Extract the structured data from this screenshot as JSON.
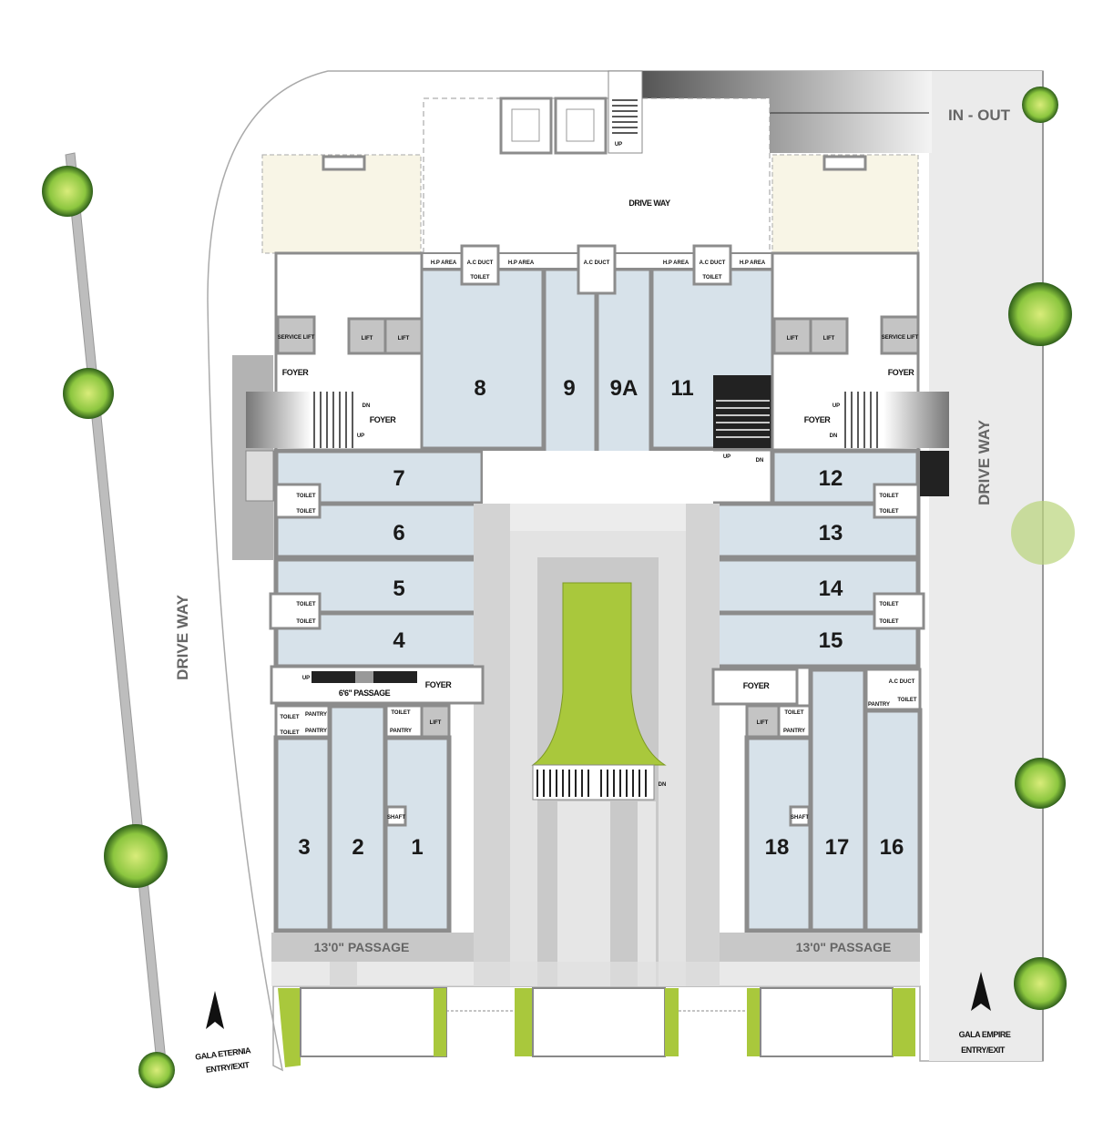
{
  "colors": {
    "unit": "#d7e2ea",
    "wall": "#8c8c8c",
    "green": "#a9c83c",
    "beige": "#f8f5e6",
    "road": "#bdbdbd"
  },
  "top": {
    "in_out": "IN - OUT",
    "drive_way": "DRIVE WAY",
    "up": "UP"
  },
  "hp_row": {
    "hp_area": "H.P AREA",
    "ac_duct": "A.C DUCT",
    "toilet": "TOILET"
  },
  "units": {
    "u8": "8",
    "u9": "9",
    "u9a": "9A",
    "u11": "11",
    "u7": "7",
    "u6": "6",
    "u5": "5",
    "u4": "4",
    "u12": "12",
    "u13": "13",
    "u14": "14",
    "u15": "15",
    "u3": "3",
    "u2": "2",
    "u1": "1",
    "u18": "18",
    "u17": "17",
    "u16": "16"
  },
  "labels": {
    "foyer": "FOYER",
    "lift": "LIFT",
    "service_lift": "SERVICE LIFT",
    "toilet": "TOILET",
    "pantry": "PANTRY",
    "ac_duct": "A.C DUCT",
    "shaft": "SHAFT",
    "up": "UP",
    "dn": "DN"
  },
  "passages": {
    "left": "13'0\" PASSAGE",
    "right": "13'0\" PASSAGE",
    "inner": "6'6\" PASSAGE"
  },
  "drive_ways": {
    "left": "DRIVE WAY",
    "right": "DRIVE WAY"
  },
  "entries": {
    "left_line1": "GALA ETERNIA",
    "left_line2": "ENTRY/EXIT",
    "right_line1": "GALA EMPIRE",
    "right_line2": "ENTRY/EXIT"
  }
}
